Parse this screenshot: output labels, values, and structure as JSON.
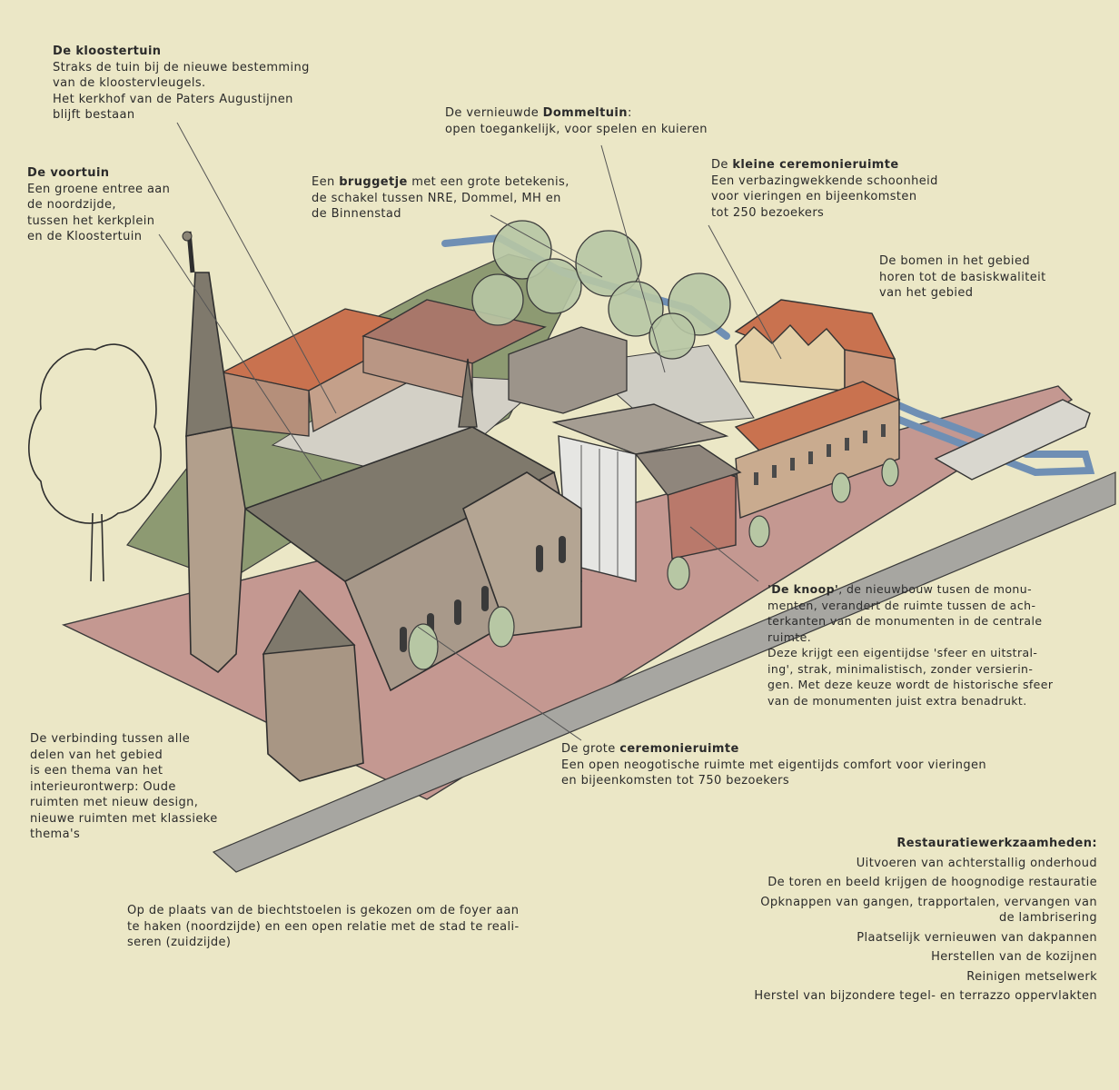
{
  "notes": {
    "kloostertuin": {
      "title": "De kloostertuin",
      "lines": [
        "Straks de tuin bij de nieuwe bestemming",
        "van de kloostervleugels.",
        "Het kerkhof van de Paters Augustijnen",
        "blijft bestaan"
      ]
    },
    "voortuin": {
      "title": "De voortuin",
      "lines": [
        "Een groene entree aan",
        "de noordzijde,",
        "tussen het kerkplein",
        "en de Kloostertuin"
      ]
    },
    "dommeltuin": {
      "pre": "De vernieuwde ",
      "bold": "Dommeltuin",
      "post": ":",
      "line2": "open toegankelijk, voor spelen en kuieren"
    },
    "bruggetje": {
      "pre": "Een ",
      "bold": "bruggetje",
      "post": " met een grote betekenis,",
      "lines": [
        "de schakel tussen NRE, Dommel, MH en",
        "de Binnenstad"
      ]
    },
    "kleine_ceremonie": {
      "pre": "De ",
      "bold": "kleine ceremonieruimte",
      "lines": [
        "Een verbazingwekkende schoonheid",
        "voor vieringen en bijeenkomsten",
        "tot 250 bezoekers"
      ]
    },
    "bomen": {
      "lines": [
        "De bomen in het gebied",
        "horen tot de basiskwaliteit",
        "van het gebied"
      ]
    },
    "knoop": {
      "bold": "'De knoop'",
      "post": ", de nieuwbouw tusen de monu-",
      "lines": [
        "menten, verandert de ruimte tussen de ach-",
        "terkanten van de monumenten in de centrale",
        "ruimte.",
        "Deze krijgt een eigentijdse 'sfeer en uitstral-",
        "ing', strak, minimalistisch, zonder versierin-",
        "gen. Met deze keuze wordt de historische sfeer",
        "van de monumenten juist extra benadrukt."
      ]
    },
    "verbinding": {
      "lines": [
        "De verbinding tussen alle",
        "delen van het gebied",
        "is een thema van het",
        "interieurontwerp: Oude",
        "ruimten met nieuw design,",
        "nieuwe ruimten met klassieke",
        "thema's"
      ]
    },
    "grote_ceremonie": {
      "pre": "De grote ",
      "bold": "ceremonieruimte",
      "lines": [
        "Een open neogotische ruimte met eigentijds comfort voor vieringen",
        "en bijeenkomsten tot 750 bezoekers"
      ]
    },
    "biechtstoelen": {
      "lines": [
        "Op de plaats van de biechtstoelen is gekozen om de foyer aan",
        "te haken (noordzijde) en een open relatie met de stad te reali-",
        "seren (zuidzijde)"
      ]
    },
    "restauratie": {
      "title": "Restauratiewerkzaamheden:",
      "items": [
        "Uitvoeren van achterstallig onderhoud",
        "De toren en beeld krijgen de hoognodige restauratie",
        "Opknappen van gangen, trapportalen, vervangen van",
        "de lambrisering",
        "Plaatselijk vernieuwen van dakpannen",
        "Herstellen van de kozijnen",
        "Reinigen metselwerk",
        "Herstel van bijzondere tegel- en terrazzo oppervlakten"
      ]
    }
  },
  "colors": {
    "paper": "#ebe7c6",
    "roof": "#7f796c",
    "brick": "#b58f7a",
    "orange_roof": "#c9724f",
    "grass": "#8d9a72",
    "pavement": "#c49891",
    "water": "#6f8fb4",
    "tree": "#b7c7a4"
  },
  "icons": {
    "tree": "tree-icon",
    "church": "church-icon"
  }
}
